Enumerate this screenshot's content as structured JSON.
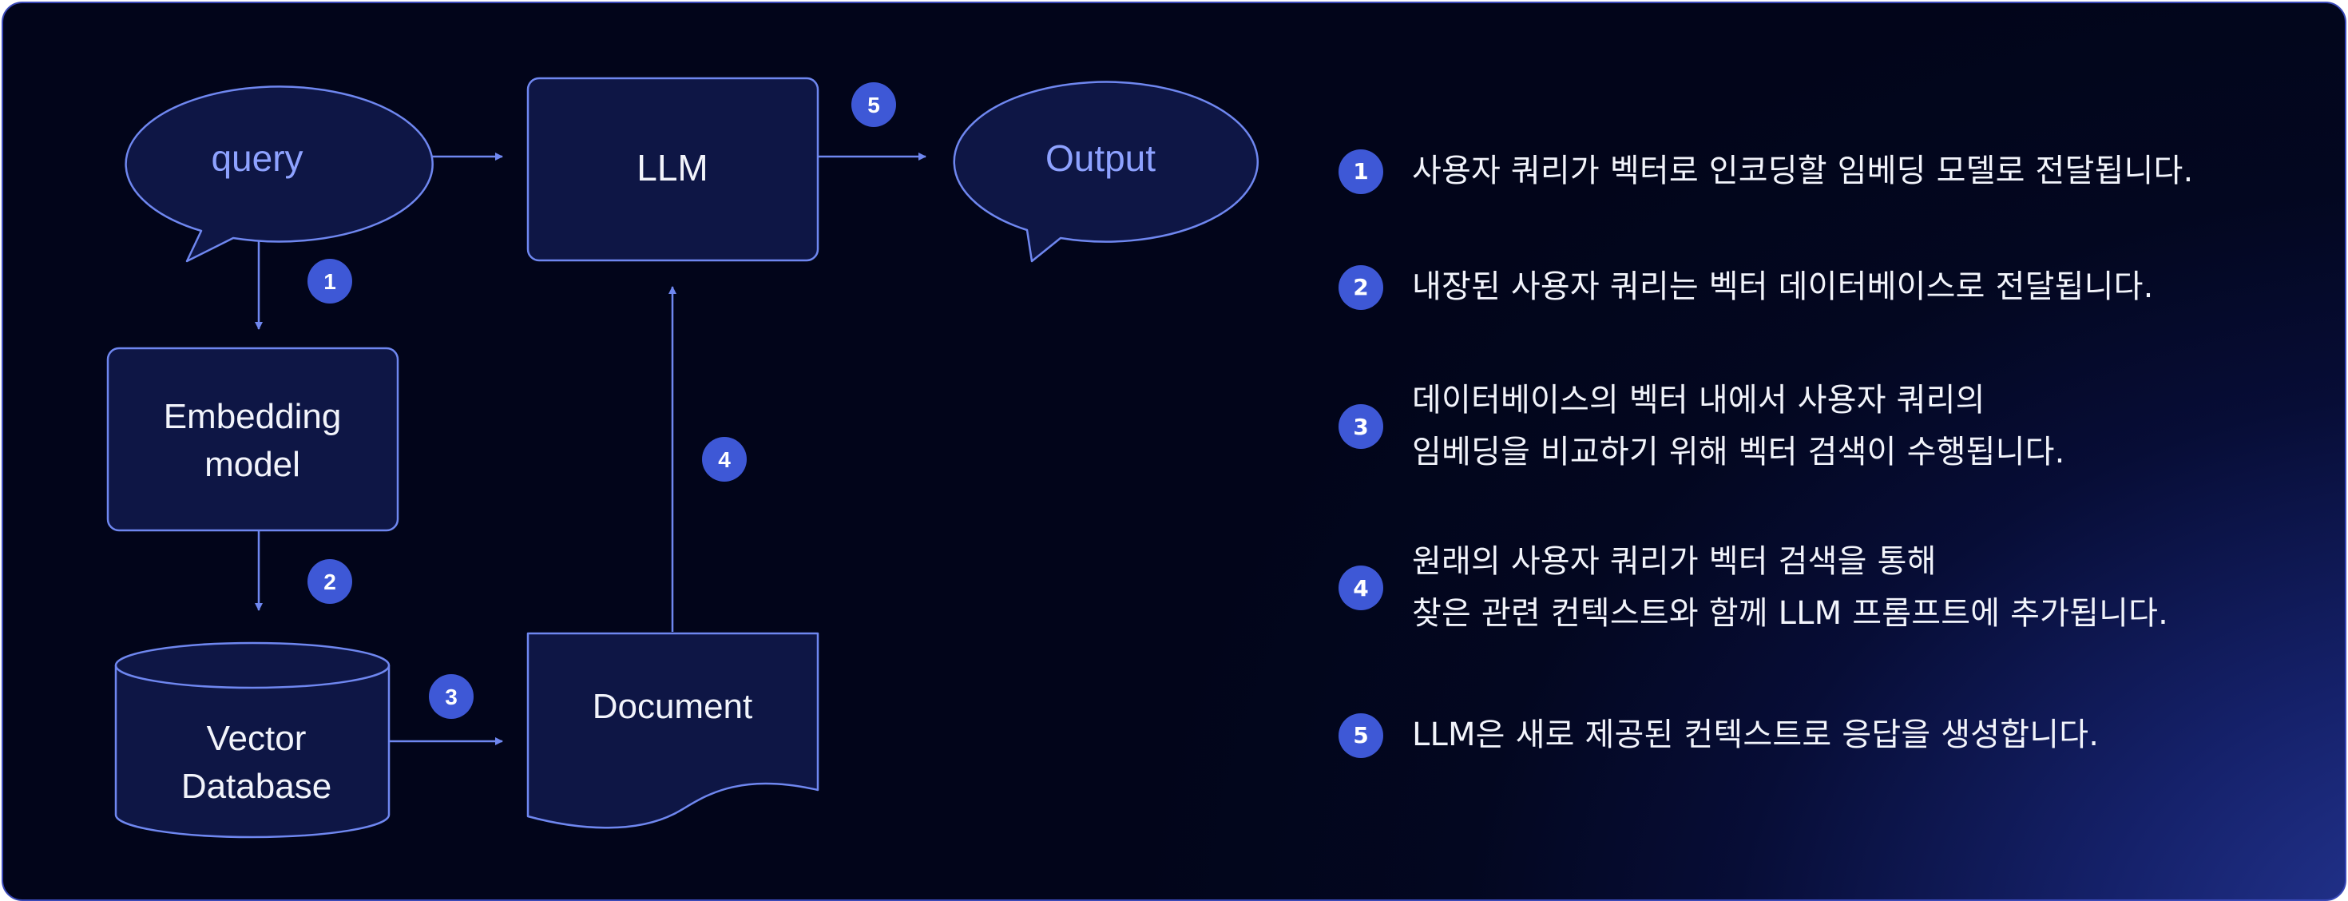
{
  "colors": {
    "accent": "#3e58d6",
    "stroke": "#6f87f0",
    "node_fill": "#0e1645",
    "accent_text": "#8ea2ff",
    "text": "#f2f4fb"
  },
  "diagram": {
    "nodes": {
      "query": "query",
      "llm": "LLM",
      "output": "Output",
      "embedding_line1": "Embedding",
      "embedding_line2": "model",
      "vector_line1": "Vector",
      "vector_line2": "Database",
      "document": "Document"
    },
    "badges": [
      "1",
      "2",
      "3",
      "4",
      "5"
    ]
  },
  "legend": [
    {
      "num": "1",
      "lines": [
        "사용자 쿼리가 벡터로 인코딩할 임베딩 모델로 전달됩니다."
      ]
    },
    {
      "num": "2",
      "lines": [
        "내장된 사용자 쿼리는 벡터 데이터베이스로 전달됩니다."
      ]
    },
    {
      "num": "3",
      "lines": [
        "데이터베이스의 벡터 내에서 사용자 쿼리의",
        "임베딩을 비교하기 위해 벡터 검색이 수행됩니다."
      ]
    },
    {
      "num": "4",
      "lines": [
        "원래의 사용자 쿼리가 벡터 검색을 통해",
        "찾은 관련 컨텍스트와 함께 LLM 프롬프트에 추가됩니다."
      ]
    },
    {
      "num": "5",
      "lines": [
        "LLM은 새로 제공된 컨텍스트로 응답을 생성합니다."
      ]
    }
  ]
}
